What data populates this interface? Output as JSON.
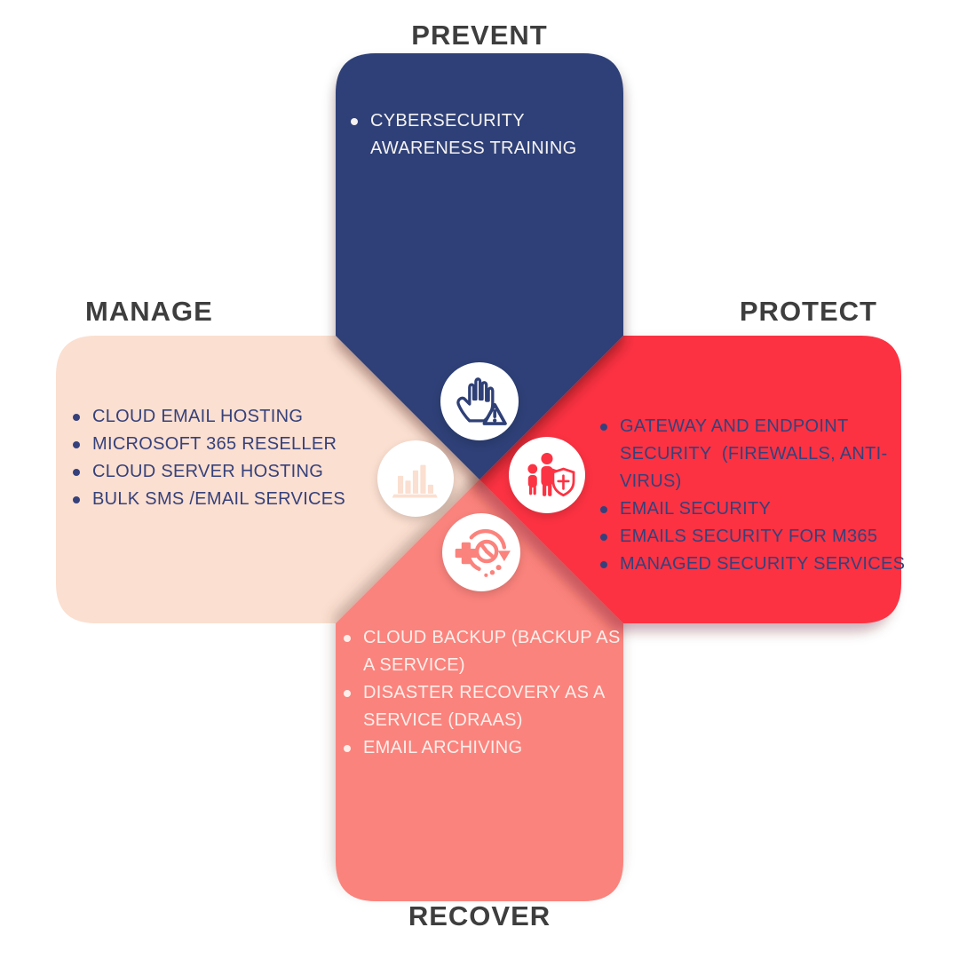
{
  "colors": {
    "prevent": "#2F4077",
    "protect": "#FC3343",
    "recover": "#FB837D",
    "manage": "#FBDFD0",
    "title": "#3E3E3E",
    "text_navy": "#36417B",
    "text_white": "#F5F2F2",
    "text_recover": "#FCEFEB"
  },
  "sections": {
    "prevent": {
      "title": "PREVENT",
      "icon": "stop-hand-icon",
      "items": [
        "CYBERSECURITY AWARENESS TRAINING"
      ]
    },
    "protect": {
      "title": "PROTECT",
      "icon": "family-shield-icon",
      "items": [
        "GATEWAY AND ENDPOINT SECURITY  (FIREWALLS, ANTI-VIRUS)",
        "EMAIL SECURITY",
        "EMAILS SECURITY FOR M365",
        "MANAGED SECURITY SERVICES"
      ]
    },
    "recover": {
      "title": "RECOVER",
      "icon": "backup-clock-icon",
      "items": [
        "CLOUD BACKUP (BACKUP AS A SERVICE)",
        "DISASTER RECOVERY AS A SERVICE (DRAAS)",
        "EMAIL ARCHIVING"
      ]
    },
    "manage": {
      "title": "MANAGE",
      "icon": "bar-chart-icon",
      "items": [
        "CLOUD EMAIL HOSTING",
        "MICROSOFT 365 RESELLER",
        "CLOUD SERVER HOSTING",
        "BULK SMS /EMAIL SERVICES"
      ]
    }
  }
}
